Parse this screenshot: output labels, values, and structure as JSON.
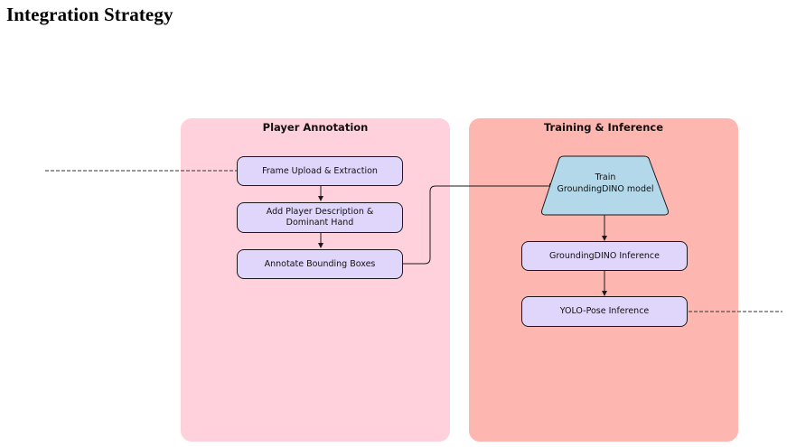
{
  "title": "Integration Strategy",
  "lanes": [
    {
      "label": "Player Annotation"
    },
    {
      "label": "Training & Inference"
    }
  ],
  "nodes": {
    "frame_upload": "Frame Upload & Extraction",
    "player_description": "Add Player Description &\nDominant Hand",
    "annotate_boxes": "Annotate Bounding Boxes",
    "train_model": "Train\nGroundingDINO model",
    "groundingdino_inference": "GroundingDINO Inference",
    "yolo_pose_inference": "YOLO-Pose Inference"
  },
  "colors": {
    "annotation_lane": "#ffd1dc",
    "training_lane": "#feb7b0",
    "process_node": "#e0d5fb",
    "train_node": "#b3d8ea"
  }
}
